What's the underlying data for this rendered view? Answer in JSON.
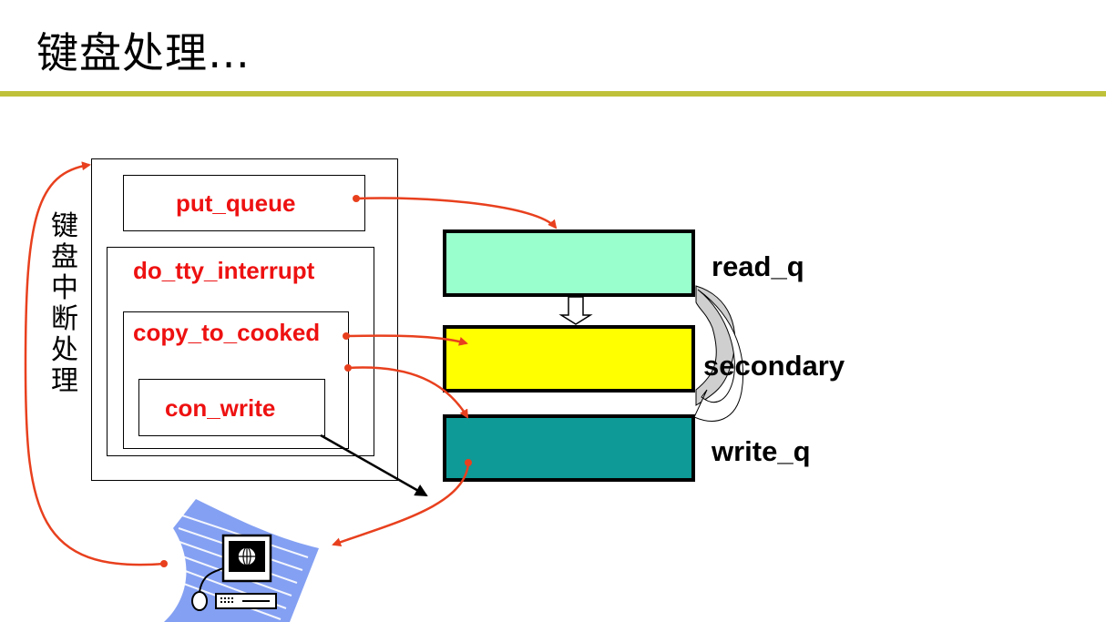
{
  "title": "键盘处理…",
  "side_label": "键盘中断处理",
  "functions": {
    "put_queue": "put_queue",
    "do_tty_interrupt": "do_tty_interrupt",
    "copy_to_cooked": "copy_to_cooked",
    "con_write": "con_write"
  },
  "queues": {
    "read_q": "read_q",
    "secondary": "secondary",
    "write_q": "write_q"
  },
  "colors": {
    "title_rule": "#bfc13a",
    "read_q": "#99ffcc",
    "secondary": "#ffff00",
    "write_q": "#0e9a96",
    "function_text": "#ee1111",
    "arrow": "#e8401e",
    "terminal_waves": "#6f8ff0"
  },
  "icons": [
    "computer-terminal-icon"
  ]
}
